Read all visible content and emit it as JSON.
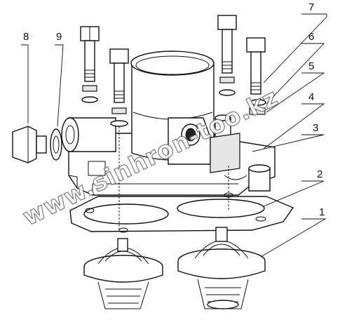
{
  "callouts": [
    {
      "num": "1",
      "part": "thermostat"
    },
    {
      "num": "2",
      "part": "gasket"
    },
    {
      "num": "3",
      "part": "thermostat-housing"
    },
    {
      "num": "4",
      "part": "nut"
    },
    {
      "num": "5",
      "part": "spring-washer"
    },
    {
      "num": "6",
      "part": "flat-washer"
    },
    {
      "num": "7",
      "part": "bolt"
    },
    {
      "num": "8",
      "part": "plug"
    },
    {
      "num": "9",
      "part": "sealing-ring"
    }
  ],
  "watermark": "www.sinhron-too.kz",
  "colors": {
    "line": "#111111",
    "background": "#ffffff",
    "watermark_outline": "#666666"
  }
}
